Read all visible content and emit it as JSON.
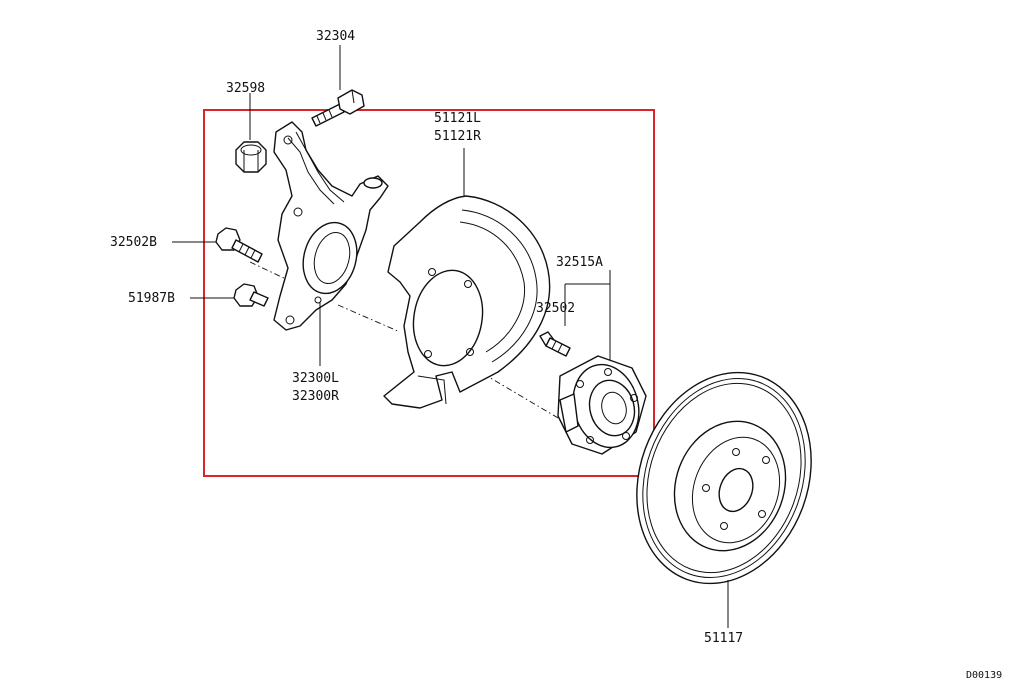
{
  "colors": {
    "highlight_box": "#d9252a",
    "line": "#111111",
    "background": "#ffffff"
  },
  "labels": {
    "p32304": "32304",
    "p32598": "32598",
    "p51121L": "51121L",
    "p51121R": "51121R",
    "p32502B": "32502B",
    "p51987B": "51987B",
    "p32515A": "32515A",
    "p32502": "32502",
    "p32300L": "32300L",
    "p32300R": "32300R",
    "p51117": "51117",
    "diagram_id": "D00139"
  }
}
